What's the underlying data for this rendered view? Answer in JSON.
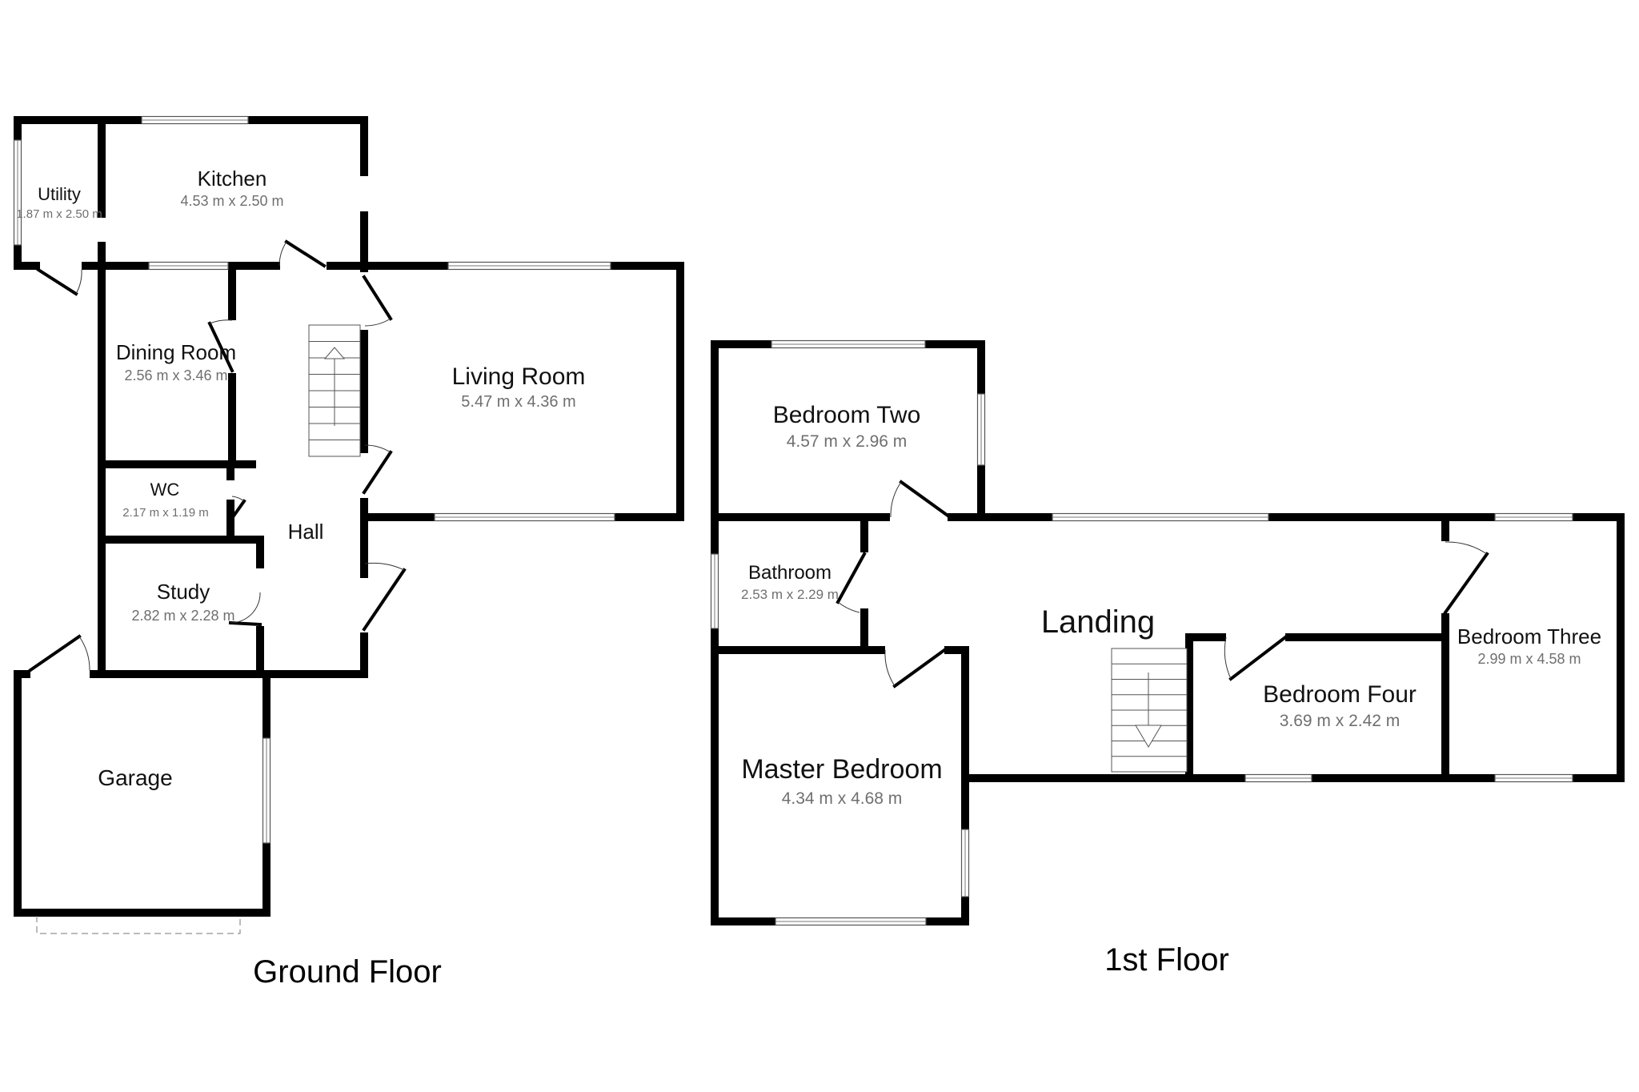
{
  "plan": {
    "floors": [
      {
        "label": "Ground Floor",
        "rooms": [
          {
            "id": "utility",
            "name": "Utility",
            "dimensions": "1.87 m x 2.50 m"
          },
          {
            "id": "kitchen",
            "name": "Kitchen",
            "dimensions": "4.53 m x 2.50 m"
          },
          {
            "id": "dining-room",
            "name": "Dining Room",
            "dimensions": "2.56 m x 3.46 m"
          },
          {
            "id": "living-room",
            "name": "Living Room",
            "dimensions": "5.47 m x 4.36 m"
          },
          {
            "id": "wc",
            "name": "WC",
            "dimensions": "2.17 m x 1.19 m"
          },
          {
            "id": "hall",
            "name": "Hall",
            "dimensions": ""
          },
          {
            "id": "study",
            "name": "Study",
            "dimensions": "2.82 m x 2.28 m"
          },
          {
            "id": "garage",
            "name": "Garage",
            "dimensions": ""
          }
        ],
        "stairs_direction": "up"
      },
      {
        "label": "1st Floor",
        "rooms": [
          {
            "id": "bedroom-two",
            "name": "Bedroom Two",
            "dimensions": "4.57 m x 2.96 m"
          },
          {
            "id": "bathroom",
            "name": "Bathroom",
            "dimensions": "2.53 m x 2.29 m"
          },
          {
            "id": "landing",
            "name": "Landing",
            "dimensions": ""
          },
          {
            "id": "master-bedroom",
            "name": "Master Bedroom",
            "dimensions": "4.34 m x 4.68 m"
          },
          {
            "id": "bedroom-four",
            "name": "Bedroom Four",
            "dimensions": "3.69 m x 2.42 m"
          },
          {
            "id": "bedroom-three",
            "name": "Bedroom Three",
            "dimensions": "2.99 m x 4.58 m"
          }
        ],
        "stairs_direction": "down"
      }
    ],
    "colors": {
      "wall": "#000000",
      "label": "#111111",
      "dimension": "#6f6f6f",
      "background": "#ffffff"
    }
  }
}
